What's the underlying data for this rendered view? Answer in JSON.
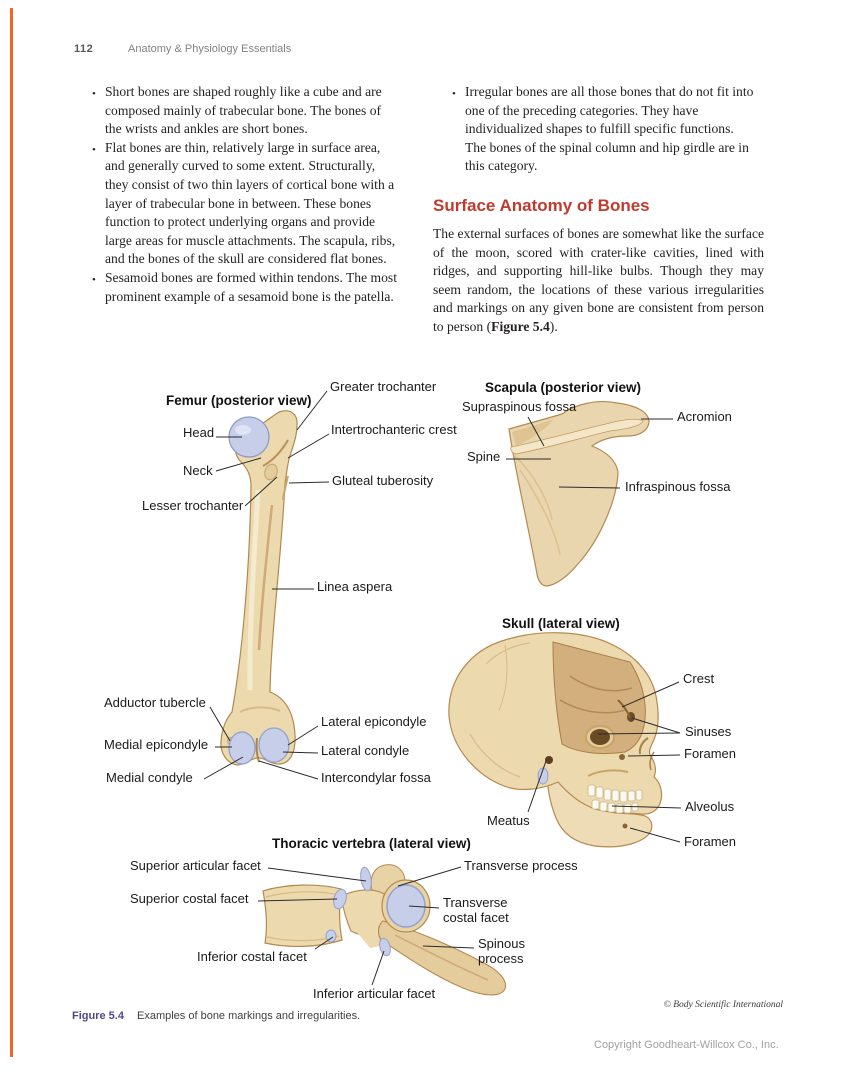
{
  "page": {
    "number": "112",
    "running_head": "Anatomy & Physiology Essentials"
  },
  "content": {
    "left_bullets": [
      "Short bones are shaped roughly like a cube and are composed mainly of trabecular bone. The bones of the wrists and ankles are short bones.",
      "Flat bones are thin, relatively large in surface area, and generally curved to some extent. Structurally, they consist of two thin layers of cortical bone with a layer of trabecular bone in between. These bones function to protect underlying organs and provide large areas for muscle attachments. The scapula, ribs, and the bones of the skull are considered flat bones.",
      "Sesamoid bones are formed within tendons. The most prominent example of a sesamoid bone is the patella."
    ],
    "right_bullets": [
      "Irregular bones are all those bones that do not fit into one of the preceding categories. They have individualized shapes to fulfill specific functions. The bones of the spinal column and hip girdle are in this category."
    ],
    "section_heading": "Surface Anatomy of Bones",
    "paragraph_before": "The external surfaces of bones are somewhat like the surface of the moon, scored with crater-like cavities, lined with ridges, and supporting hill-like bulbs. Though they may seem random, the locations of these various irregularities and markings on any given bone are consistent from person to person (",
    "figure_ref": "Figure 5.4",
    "paragraph_after": ")."
  },
  "figure": {
    "femur": {
      "title": "Femur (posterior view)",
      "labels": [
        "Greater trochanter",
        "Head",
        "Intertrochanteric crest",
        "Neck",
        "Gluteal tuberosity",
        "Lesser trochanter",
        "Linea aspera",
        "Adductor tubercle",
        "Lateral epicondyle",
        "Medial epicondyle",
        "Lateral condyle",
        "Medial condyle",
        "Intercondylar fossa"
      ]
    },
    "scapula": {
      "title": "Scapula (posterior view)",
      "labels": [
        "Supraspinous fossa",
        "Acromion",
        "Spine",
        "Infraspinous fossa"
      ]
    },
    "skull": {
      "title": "Skull (lateral view)",
      "labels": [
        "Crest",
        "Sinuses",
        "Foramen",
        "Alveolus",
        "Meatus",
        "Foramen"
      ]
    },
    "vertebra": {
      "title": "Thoracic vertebra (lateral view)",
      "labels": [
        "Superior articular facet",
        "Transverse process",
        "Superior costal facet",
        "Transverse costal facet",
        "Inferior costal facet",
        "Spinous process",
        "Inferior articular facet"
      ]
    },
    "credit": "© Body Scientific International",
    "caption_label": "Figure 5.4",
    "caption_text": "Examples of bone markings and irregularities."
  },
  "footer": {
    "copyright": "Copyright Goodheart-Willcox Co., Inc."
  },
  "colors": {
    "heading_red": "#c23a2e",
    "figure_purple": "#54458f",
    "edge_accent": "#f26522",
    "bone_fill": "#ecd9ae",
    "cartilage_blue": "#c6cee9"
  }
}
